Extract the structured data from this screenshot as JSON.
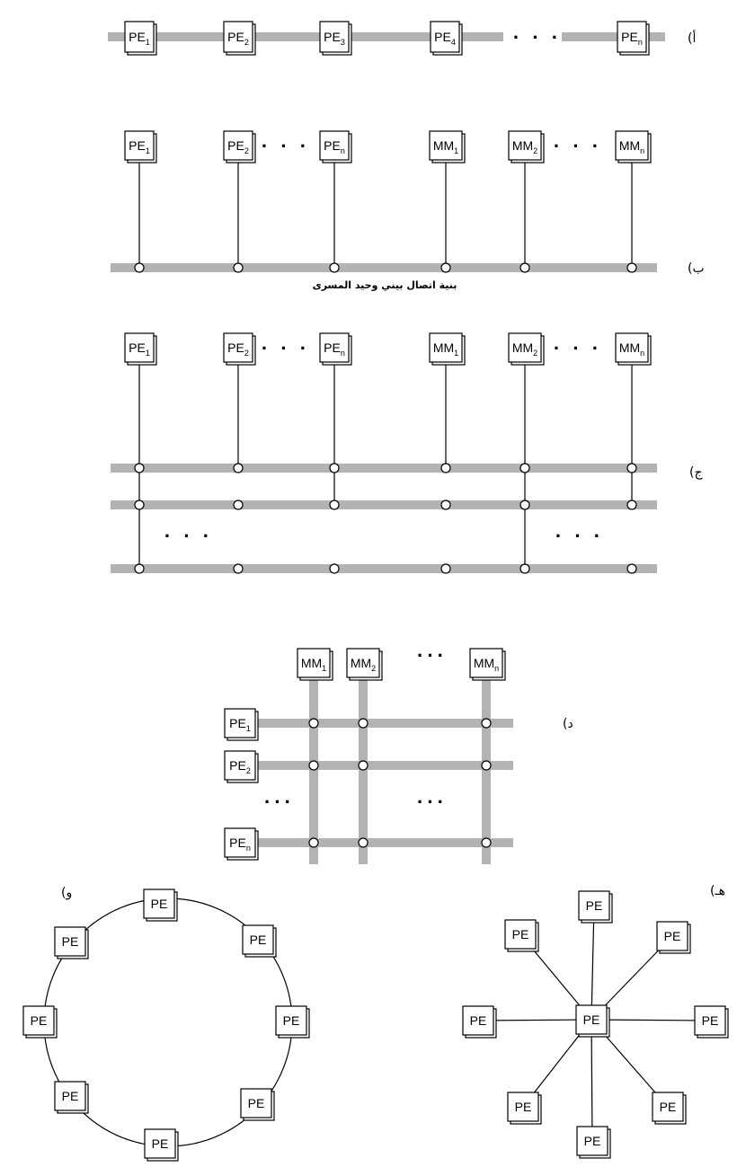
{
  "captions": {
    "a": "(أ",
    "b": "(ب",
    "c": "(ج",
    "d": "(د",
    "e": "(هـ",
    "f": "(و"
  },
  "bus_caption": "بنية اتصال بيني وحيد المسرى",
  "ellipsis": "· · ·",
  "ellipsis_small": "···",
  "pe": "PE",
  "mm": "MM",
  "subs": {
    "one": "1",
    "two": "2",
    "three": "3",
    "four": "4",
    "n": "n"
  },
  "colors": {
    "bus": "#b3b3b3",
    "line": "#000000",
    "background": "#ffffff"
  }
}
